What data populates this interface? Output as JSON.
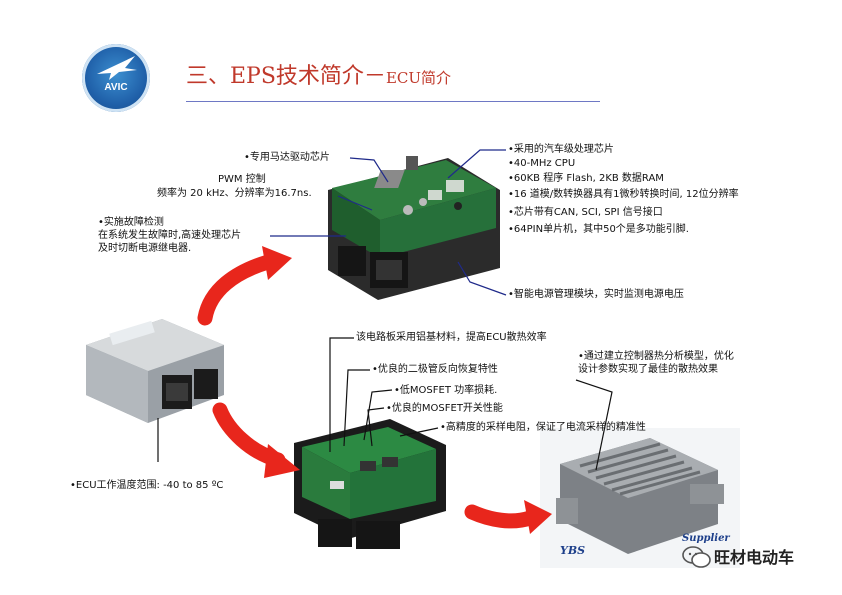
{
  "header": {
    "logo_text": "AVIC",
    "title_main": "三、EPS技术简介－",
    "title_sub": "ECU简介"
  },
  "top_annotations": {
    "motor_driver_chip": "•专用马达驱动芯片",
    "pwm_title": "PWM 控制",
    "pwm_detail": "频率为 20 kHz、分辨率为16.7ns.",
    "fault_title": "•实施故障检测",
    "fault_line1": "在系统发生故障时,高速处理芯片",
    "fault_line2": "及时切断电源继电器.",
    "cpu_line1": "•采用的汽车级处理芯片",
    "cpu_line2": "•40-MHz CPU",
    "cpu_line3": "•60KB 程序 Flash, 2KB 数据RAM",
    "cpu_line4": "•16 道模/数转换器具有1微秒转换时间, 12位分辨率",
    "cpu_line5": "•芯片带有CAN, SCI, SPI 信号接口",
    "cpu_line6": "•64PIN单片机，其中50个是多功能引脚.",
    "power_mgmt": "•智能电源管理模块，实时监测电源电压"
  },
  "bottom_annotations": {
    "aluminum_board": "该电路板采用铝基材料，提高ECU散热效率",
    "diode": "•优良的二极管反向恢复特性",
    "mosfet_loss": "•低MOSFET 功率损耗.",
    "mosfet_switch": "•优良的MOSFET开关性能",
    "resistor": "•高精度的采样电阻，保证了电流采样的精准性",
    "thermal_line1": "•通过建立控制器热分析模型，优化",
    "thermal_line2": "设计参数实现了最佳的散热效果",
    "temp_range": "•ECU工作温度范围: -40 to 85 ºC"
  },
  "photo_labels": {
    "ybs": "YBS",
    "supplier": "Supplier"
  },
  "watermark": {
    "text": "旺材电动车"
  },
  "colors": {
    "title": "#c0392b",
    "title_rule": "#6e78c4",
    "arrow_red": "#e8261c",
    "leader_blue": "#1f2a8a",
    "leader_black": "#111111"
  }
}
